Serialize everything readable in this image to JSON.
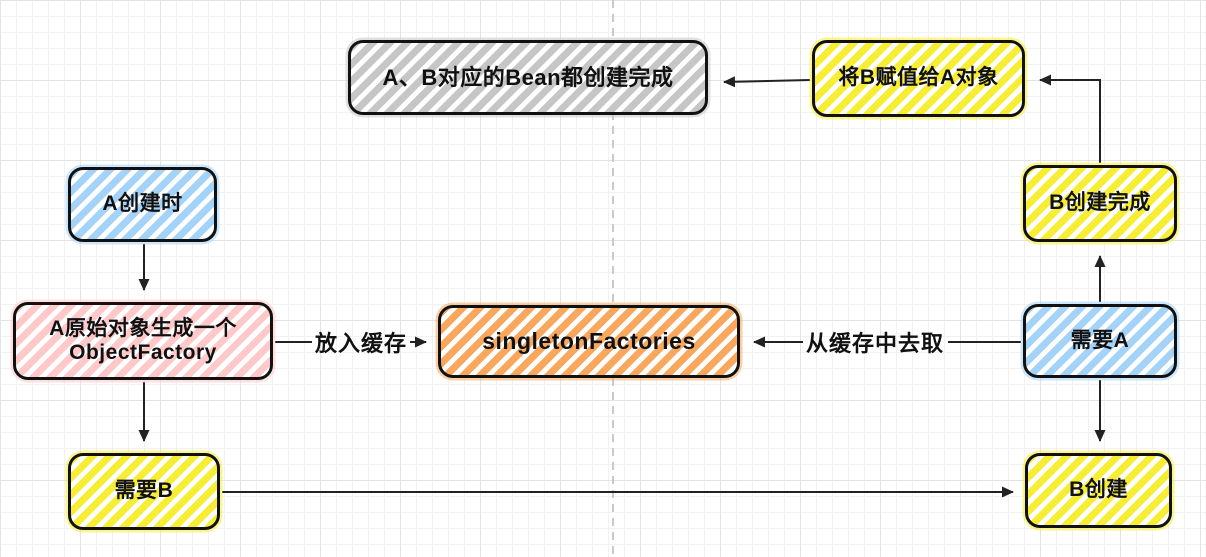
{
  "palette": {
    "yellow": "#F7ED32",
    "blue": "#A3D3F9",
    "pink": "#FFC9C9",
    "orange": "#F8A75C",
    "gray": "#C6C6C6",
    "border": "#111111",
    "arrow": "#222222",
    "grid": "#F1F1F1"
  },
  "nodes": {
    "bean_done": {
      "label": "A、B对应的Bean都创建完成",
      "color": "gray"
    },
    "assign_b_to_a": {
      "label": "将B赋值给A对象",
      "color": "yellow"
    },
    "a_create": {
      "label": "A创建时",
      "color": "blue"
    },
    "b_done": {
      "label": "B创建完成",
      "color": "yellow"
    },
    "a_factory": {
      "line1": "A原始对象生成一个",
      "line2": "ObjectFactory",
      "color": "pink"
    },
    "singleton_factories": {
      "label": "singletonFactories",
      "color": "orange"
    },
    "need_a": {
      "label": "需要A",
      "color": "blue"
    },
    "need_b": {
      "label": "需要B",
      "color": "yellow"
    },
    "b_create": {
      "label": "B创建",
      "color": "yellow"
    }
  },
  "edge_labels": {
    "put_cache": "放入缓存",
    "get_cache": "从缓存中去取"
  }
}
